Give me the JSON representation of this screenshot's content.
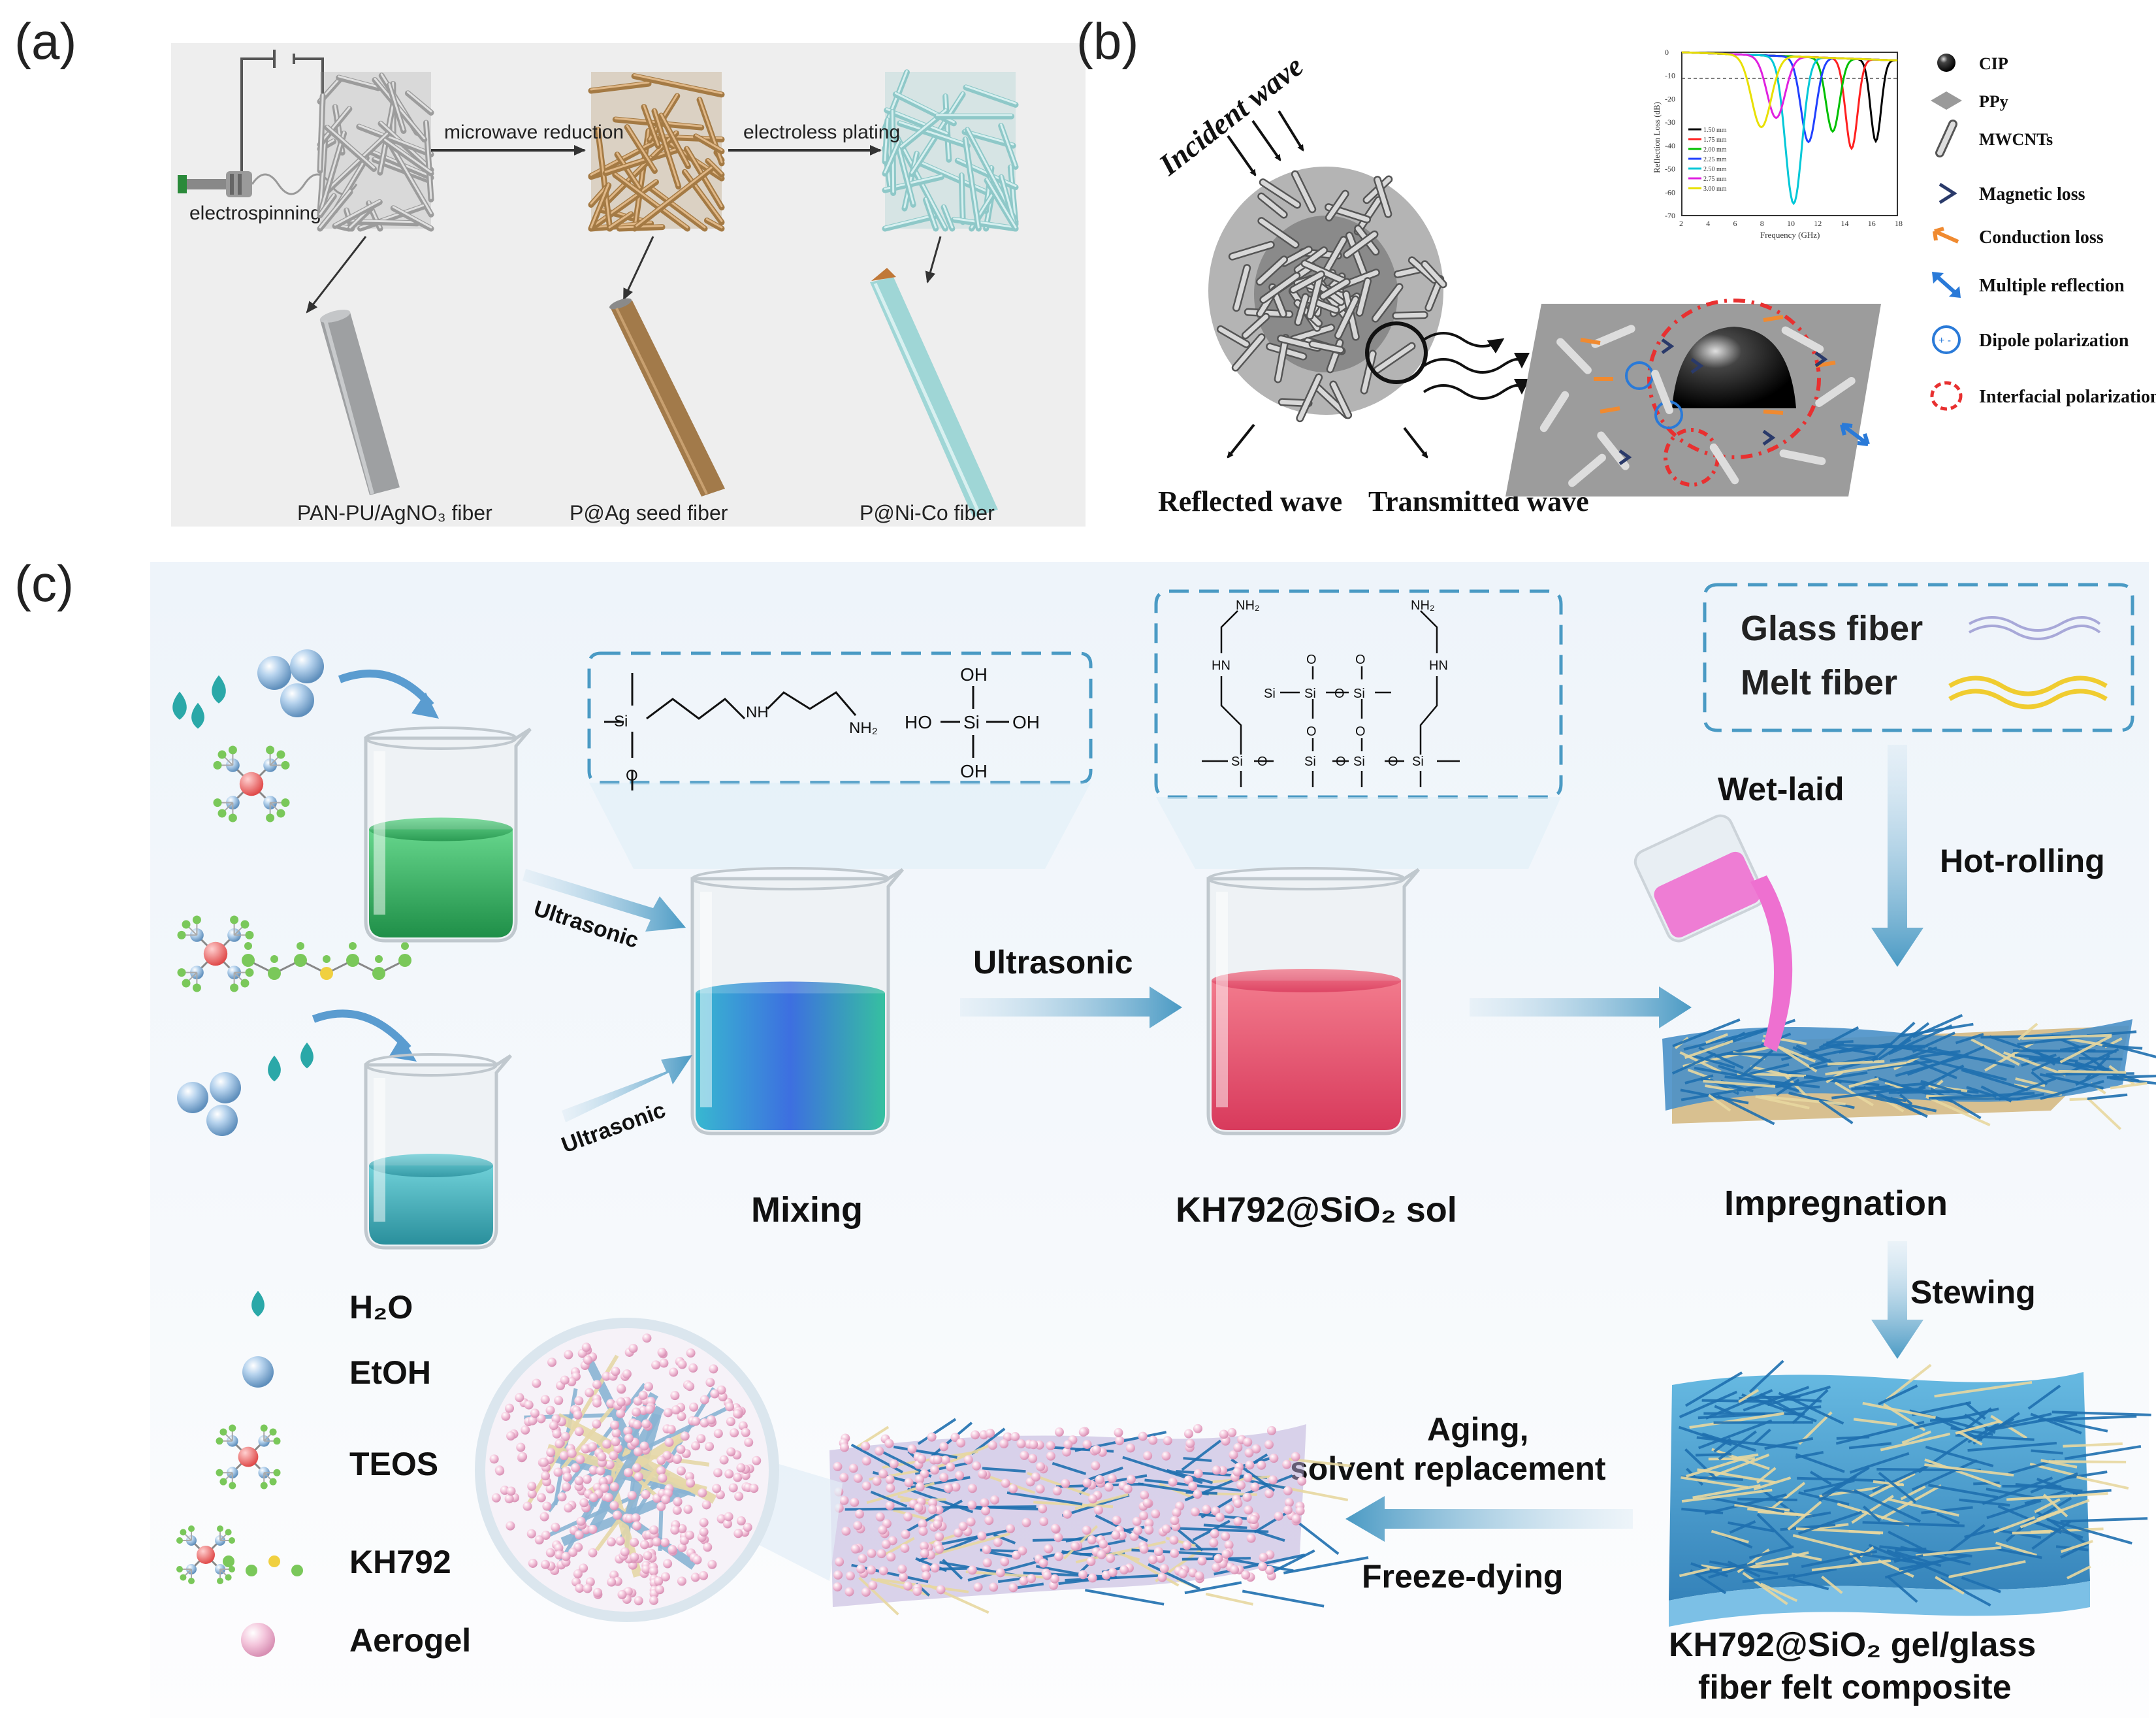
{
  "panel_a": {
    "label": "(a)",
    "steps": [
      "electrospinning",
      "microwave reduction",
      "electroless plating"
    ],
    "fibers": [
      "PAN-PU/AgNO₃ fiber",
      "P@Ag seed fiber",
      "P@Ni-Co fiber"
    ]
  },
  "panel_b": {
    "label": "(b)",
    "incident": "Incident wave",
    "reflected": "Reflected wave",
    "transmitted": "Transmitted wave",
    "legend": [
      {
        "label": "CIP",
        "icon": "black-sphere-icon"
      },
      {
        "label": "PPy",
        "icon": "grey-diamond-icon"
      },
      {
        "label": "MWCNTs",
        "icon": "rod-icon"
      },
      {
        "label": "Magnetic loss",
        "icon": "navy-chevron-icon"
      },
      {
        "label": "Conduction loss",
        "icon": "orange-arrow-icon"
      },
      {
        "label": "Multiple reflection",
        "icon": "blue-double-arrow-icon"
      },
      {
        "label": "Dipole polarization",
        "icon": "blue-circle-icon"
      },
      {
        "label": "Interfacial polarization",
        "icon": "red-dashed-circle-icon"
      }
    ],
    "inset": {
      "ylabel": "Reflection Loss (dB)",
      "xlabel": "Frequency (GHz)",
      "xticks": [
        "2",
        "4",
        "6",
        "8",
        "10",
        "12",
        "14",
        "16",
        "18"
      ],
      "yticks": [
        "0",
        "-10",
        "-20",
        "-30",
        "-40",
        "-50",
        "-60",
        "-70"
      ],
      "legend": [
        "1.50 mm",
        "1.75 mm",
        "2.00 mm",
        "2.25 mm",
        "2.50 mm",
        "2.75 mm",
        "3.00 mm"
      ],
      "colors": [
        "#000000",
        "#ff2020",
        "#00c000",
        "#2040ff",
        "#00c8d8",
        "#e020e0",
        "#e8e000"
      ]
    }
  },
  "panel_c": {
    "label": "(c)",
    "glass_fiber": "Glass fiber",
    "melt_fiber": "Melt fiber",
    "wet_laid": "Wet-laid",
    "hot_rolling": "Hot-rolling",
    "ultrasonic": "Ultrasonic",
    "mixing": "Mixing",
    "sol": "KH792@SiO₂ sol",
    "impregnation": "Impregnation",
    "stewing": "Stewing",
    "aging": "Aging,",
    "solvent": "solvent replacement",
    "freeze": "Freeze-dying",
    "composite_line1": "KH792@SiO₂ gel/glass",
    "composite_line2": "fiber felt composite",
    "legend": [
      {
        "label": "H₂O",
        "icon": "droplet-icon"
      },
      {
        "label": "EtOH",
        "icon": "sphere-icon"
      },
      {
        "label": "TEOS",
        "icon": "molecule-icon"
      },
      {
        "label": "KH792",
        "icon": "chain-molecule-icon"
      },
      {
        "label": "Aerogel",
        "icon": "pink-sphere-icon"
      }
    ],
    "chem1": {
      "si": "Si",
      "o": "O",
      "nh": "NH",
      "nh2": "NH₂",
      "oh_top": "OH",
      "ho": "HO",
      "si2": "Si",
      "oh_right": "OH",
      "oh_bottom": "OH"
    },
    "chem2": {
      "nh2": "NH₂",
      "hn": "HN",
      "si": "Si",
      "o": "O"
    },
    "colors": {
      "accent": "#4a9ac4",
      "green": "#3cb862",
      "blue": "#3b6fd8",
      "pink": "#e8506a",
      "cyan": "#3aaab8"
    }
  }
}
